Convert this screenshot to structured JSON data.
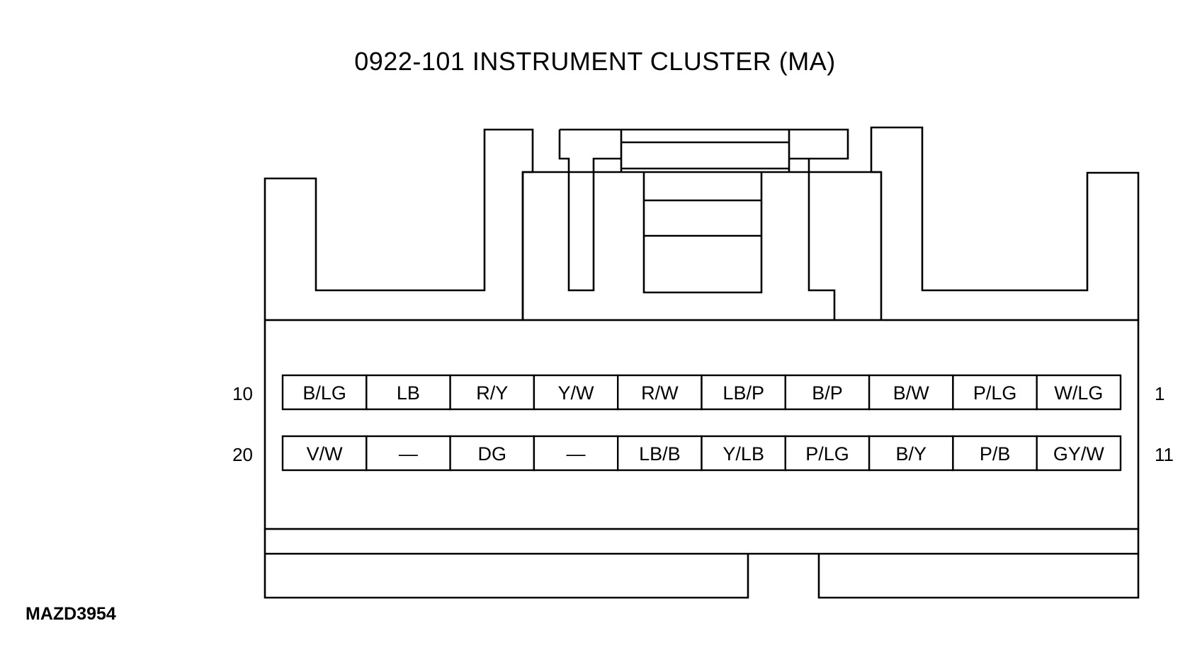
{
  "title": "0922-101 INSTRUMENT CLUSTER (MA)",
  "diagram_code": "MAZD3954",
  "rows": [
    {
      "left_pin": "10",
      "right_pin": "1",
      "cells": [
        "B/LG",
        "LB",
        "R/Y",
        "Y/W",
        "R/W",
        "LB/P",
        "B/P",
        "B/W",
        "P/LG",
        "W/LG"
      ]
    },
    {
      "left_pin": "20",
      "right_pin": "11",
      "cells": [
        "V/W",
        "—",
        "DG",
        "—",
        "LB/B",
        "Y/LB",
        "P/LG",
        "B/Y",
        "P/B",
        "GY/W"
      ]
    }
  ]
}
